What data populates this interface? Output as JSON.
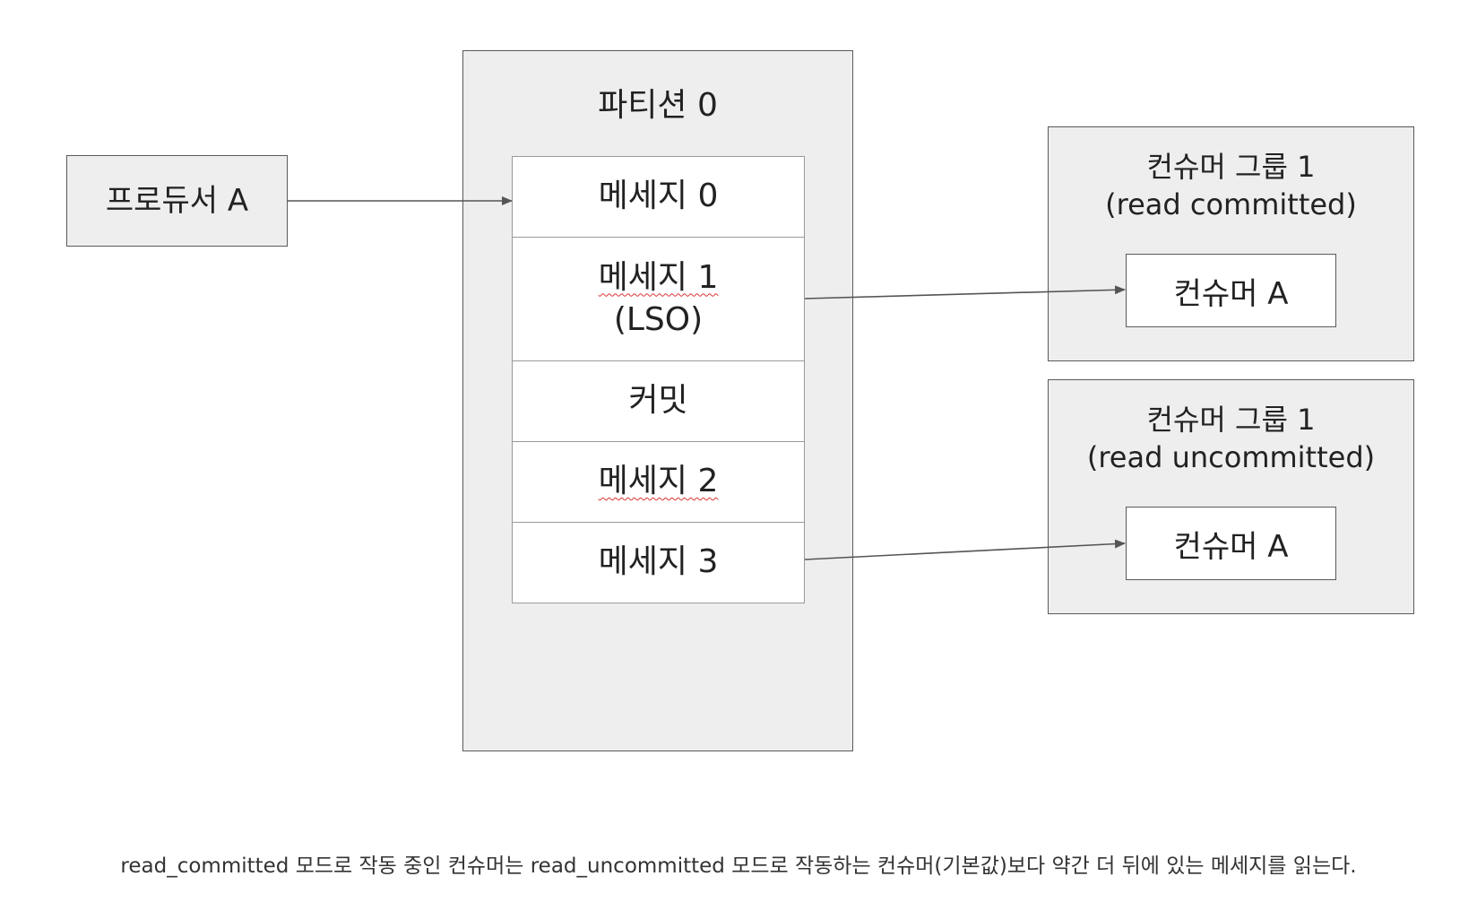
{
  "producer": {
    "label": "프로듀서 A"
  },
  "partition": {
    "title": "파티션 0",
    "messages": [
      {
        "line1": "메세지 0",
        "line2": "",
        "squiggle": false
      },
      {
        "line1": "메세지 1",
        "line2": "(LSO)",
        "squiggle": true
      },
      {
        "line1": "커밋",
        "line2": "",
        "squiggle": false
      },
      {
        "line1": "메세지 2",
        "line2": "",
        "squiggle": true
      },
      {
        "line1": "메세지 3",
        "line2": "",
        "squiggle": false
      }
    ]
  },
  "consumer_groups": [
    {
      "title": "컨슈머 그룹 1",
      "mode": "(read committed)",
      "consumer": "컨슈머 A"
    },
    {
      "title": "컨슈머 그룹 1",
      "mode": "(read uncommitted)",
      "consumer": "컨슈머 A"
    }
  ],
  "caption": "read_committed 모드로 작동 중인 컨슈머는 read_uncommitted 모드로 작동하는 컨슈머(기본값)보다 약간 더 뒤에 있는 메세지를 읽는다.",
  "colors": {
    "box_fill": "#eeeeee",
    "border": "#5a5a5a",
    "arrow": "#555555",
    "spellcheck_underline": "#dd3333"
  }
}
